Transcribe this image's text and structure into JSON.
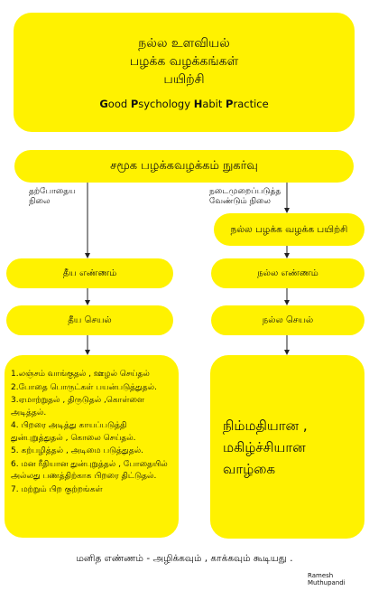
{
  "title": {
    "lines": [
      "நல்ல உளவியல்",
      "பழக்க வழக்கங்கள்",
      "பயிற்சி"
    ],
    "english_words": [
      {
        "cap": "G",
        "rest": "ood"
      },
      {
        "cap": "P",
        "rest": "sychology"
      },
      {
        "cap": "H",
        "rest": "abit"
      },
      {
        "cap": "P",
        "rest": "ractice"
      }
    ]
  },
  "social": "சமூக பழக்கவழக்கம் நுகர்வு",
  "labels": {
    "current": [
      "தற்போதைய",
      "நிலை"
    ],
    "required": [
      "நடைமுறைப்படுத்த",
      "வேண்டும் நிலை"
    ]
  },
  "practice": "நல்ல பழக்க வழக்க பயிற்சி",
  "bad_thought": "தீய எண்ணம்",
  "good_thought": "நல்ல எண்ணம்",
  "bad_action": "தீய செயல்",
  "good_action": "நல்ல செயல்",
  "bad_list": [
    "1.லஞ்சம் வாங்குதல் , ஊழல் செய்தல்",
    "2.போதை பொருட்கள் பயன்படுத்துதல்.",
    "3.ஏமாற்றுதல் , திருடுதல் ,கொள்ளை அடித்தல்.",
    "4. பிறரை அடித்து காயப்படுத்தி துன்புறுத்துதல் , கொலை செய்தல்.",
    "5. கற்பழித்தல் , அடிமை படுத்துதல்.",
    "6. மன ரீதியான துன்புறுத்தல் , போதையில் அல்லது பணத்திற்காக பிறரை திட்டுதல்.",
    "7. மற்றும் பிற குற்றங்கள்"
  ],
  "good_life": [
    "நிம்மதியான ,",
    "மகிழ்ச்சியான",
    "வாழ்கை"
  ],
  "footer": "மனித எண்ணம் - அழிக்கவும் , காக்கவும் கூடியது .",
  "author": "Ramesh Muthupandi"
}
